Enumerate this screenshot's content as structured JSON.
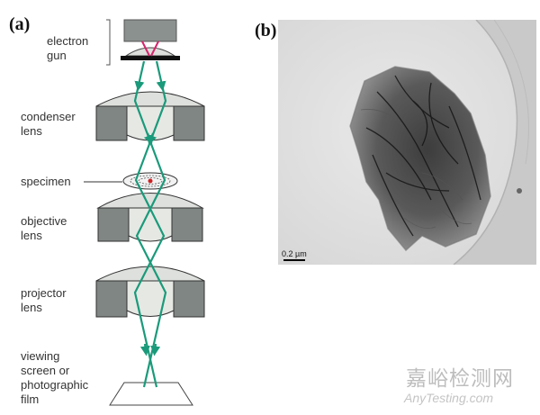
{
  "panel_a": {
    "label": "(a)",
    "parts": [
      {
        "id": "gun",
        "text": "electron\ngun"
      },
      {
        "id": "condenser",
        "text": "condenser\nlens"
      },
      {
        "id": "specimen",
        "text": "specimen"
      },
      {
        "id": "objective",
        "text": "objective\nlens"
      },
      {
        "id": "projector",
        "text": "projector\nlens"
      },
      {
        "id": "screen",
        "text": "viewing\nscreen or\nphotographic\nfilm"
      }
    ]
  },
  "panel_b": {
    "label": "(b)",
    "scale_bar": "0.2 µm"
  },
  "watermark": {
    "chinese": "嘉峪检测网",
    "english": "AnyTesting.com"
  },
  "colors": {
    "beam": "#1a9a7a",
    "source_rays": "#d8246c",
    "lens_light": "#d9ddd8",
    "lens_dark": "#7f8683"
  }
}
